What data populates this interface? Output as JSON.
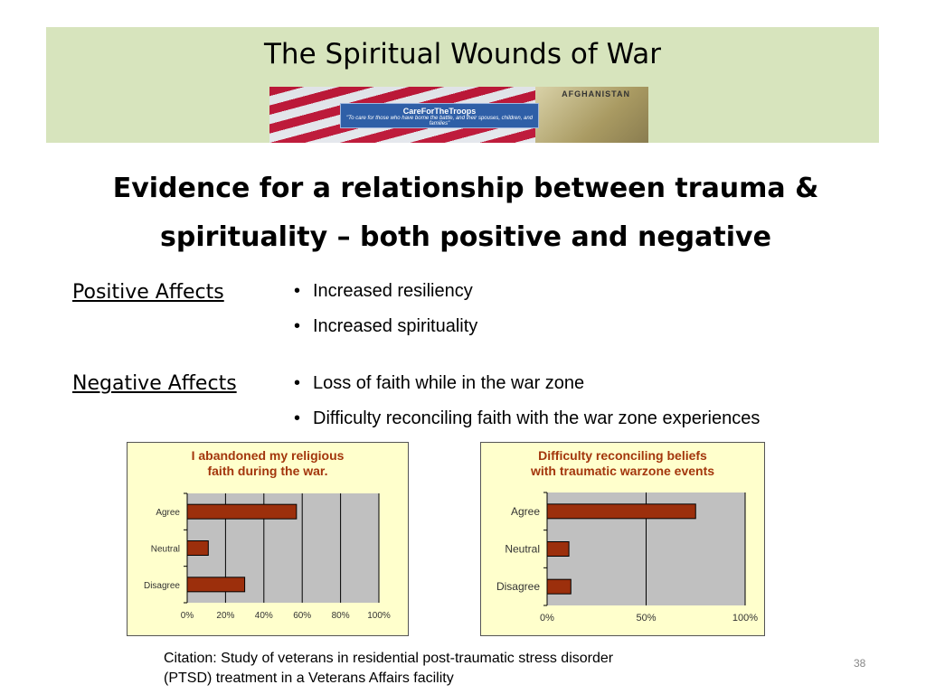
{
  "slide": {
    "title": "The Spiritual Wounds of War",
    "banner": {
      "brand": "CareForTheTroops",
      "tagline": "\"To care for those who have borne the battle, and their spouses, children, and families\"",
      "map_text": "AFGHANISTAN"
    },
    "heading_line1": "Evidence for a relationship between trauma &",
    "heading_line2": "spirituality – both positive and negative",
    "positive": {
      "label": "Positive Affects",
      "items": [
        "Increased resiliency",
        "Increased spirituality"
      ]
    },
    "negative": {
      "label": "Negative Affects",
      "items": [
        "Loss of faith while in the war zone",
        "Difficulty reconciling faith with the war zone experiences"
      ]
    },
    "citation_line1": "Citation: Study of veterans in residential post-traumatic stress disorder",
    "citation_line2": "(PTSD) treatment in a Veterans Affairs facility",
    "slide_number": "38"
  },
  "chart_data": [
    {
      "type": "bar",
      "orientation": "horizontal",
      "title_line1": "I abandoned my religious",
      "title_line2": "faith during the war.",
      "categories": [
        "Agree",
        "Neutral",
        "Disagree"
      ],
      "values": [
        57,
        11,
        30
      ],
      "xlim": [
        0,
        100
      ],
      "xticks": [
        "0%",
        "20%",
        "40%",
        "60%",
        "80%",
        "100%"
      ],
      "bar_color": "#9c2f0c",
      "grid": true
    },
    {
      "type": "bar",
      "orientation": "horizontal",
      "title_line1": "Difficulty reconciling beliefs",
      "title_line2": "with traumatic warzone events",
      "categories": [
        "Agree",
        "Neutral",
        "Disagree"
      ],
      "values": [
        75,
        11,
        12
      ],
      "xlim": [
        0,
        100
      ],
      "xticks": [
        "0%",
        "50%",
        "100%"
      ],
      "bar_color": "#9c2f0c",
      "grid": true
    }
  ]
}
